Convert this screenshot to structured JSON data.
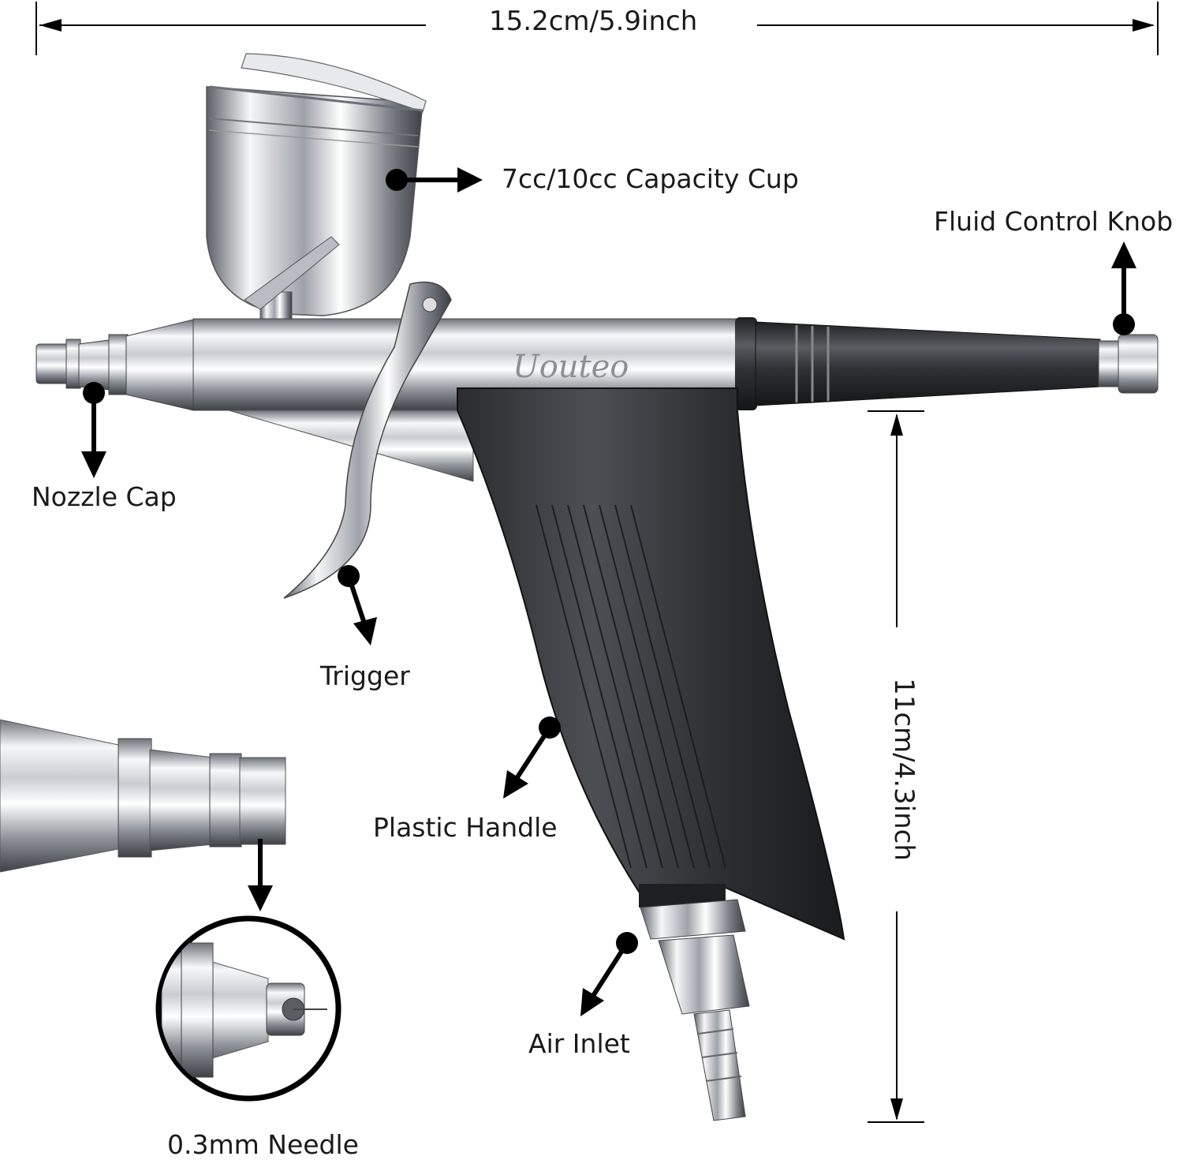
{
  "dimensions": {
    "width_label": "15.2cm/5.9inch",
    "height_label": "11cm/4.3inch"
  },
  "brand_engraving": "Uouteo",
  "callouts": {
    "cup": "7cc/10cc Capacity Cup",
    "fluid_knob": "Fluid Control Knob",
    "nozzle_cap": "Nozzle Cap",
    "trigger": "Trigger",
    "handle": "Plastic Handle",
    "air_inlet": "Air Inlet",
    "needle": "0.3mm Needle"
  },
  "colors": {
    "chrome_light": "#f4f4f6",
    "chrome_mid": "#b9bcc2",
    "chrome_dark": "#4a4d53",
    "black_plastic": "#2c2e31",
    "annotation": "#000000"
  }
}
